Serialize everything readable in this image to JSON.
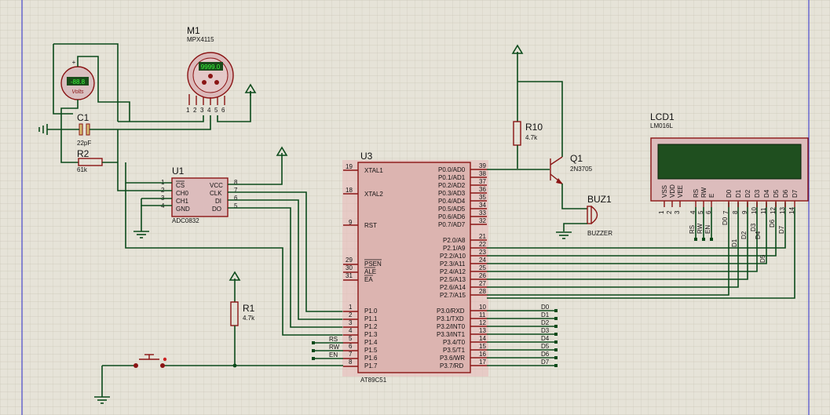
{
  "components": {
    "m1": {
      "ref": "M1",
      "part": "MPX4115",
      "display": "9999.0",
      "pins": [
        "1",
        "2",
        "3",
        "4",
        "5",
        "6"
      ]
    },
    "voltmeter": {
      "display": "-88.8",
      "unit": "Volts"
    },
    "c1": {
      "ref": "C1",
      "value": "22pF"
    },
    "r2": {
      "ref": "R2",
      "value": "61k"
    },
    "u1": {
      "ref": "U1",
      "part": "ADC0832",
      "pins_left": [
        {
          "num": "1",
          "name": "CS"
        },
        {
          "num": "2",
          "name": "CH0"
        },
        {
          "num": "3",
          "name": "CH1"
        },
        {
          "num": "4",
          "name": "GND"
        }
      ],
      "pins_right": [
        {
          "num": "8",
          "name": "VCC"
        },
        {
          "num": "7",
          "name": "CLK"
        },
        {
          "num": "6",
          "name": "DI"
        },
        {
          "num": "5",
          "name": "DO"
        }
      ]
    },
    "u3": {
      "ref": "U3",
      "part": "AT89C51",
      "pins_left": [
        {
          "num": "19",
          "name": "XTAL1"
        },
        {
          "num": "18",
          "name": "XTAL2"
        },
        {
          "num": "9",
          "name": "RST"
        },
        {
          "num": "29",
          "name": "PSEN"
        },
        {
          "num": "30",
          "name": "ALE"
        },
        {
          "num": "31",
          "name": "EA"
        },
        {
          "num": "1",
          "name": "P1.0"
        },
        {
          "num": "2",
          "name": "P1.1"
        },
        {
          "num": "3",
          "name": "P1.2"
        },
        {
          "num": "4",
          "name": "P1.3"
        },
        {
          "num": "5",
          "name": "P1.4"
        },
        {
          "num": "6",
          "name": "P1.5"
        },
        {
          "num": "7",
          "name": "P1.6"
        },
        {
          "num": "8",
          "name": "P1.7"
        }
      ],
      "pins_right_p0": [
        {
          "num": "39",
          "name": "P0.0/AD0"
        },
        {
          "num": "38",
          "name": "P0.1/AD1"
        },
        {
          "num": "37",
          "name": "P0.2/AD2"
        },
        {
          "num": "36",
          "name": "P0.3/AD3"
        },
        {
          "num": "35",
          "name": "P0.4/AD4"
        },
        {
          "num": "34",
          "name": "P0.5/AD5"
        },
        {
          "num": "33",
          "name": "P0.6/AD6"
        },
        {
          "num": "32",
          "name": "P0.7/AD7"
        }
      ],
      "pins_right_p2": [
        {
          "num": "21",
          "name": "P2.0/A8"
        },
        {
          "num": "22",
          "name": "P2.1/A9"
        },
        {
          "num": "23",
          "name": "P2.2/A10"
        },
        {
          "num": "24",
          "name": "P2.3/A11"
        },
        {
          "num": "25",
          "name": "P2.4/A12"
        },
        {
          "num": "26",
          "name": "P2.5/A13"
        },
        {
          "num": "27",
          "name": "P2.6/A14"
        },
        {
          "num": "28",
          "name": "P2.7/A15"
        }
      ],
      "pins_right_p3": [
        {
          "num": "10",
          "name": "P3.0/RXD"
        },
        {
          "num": "11",
          "name": "P3.1/TXD"
        },
        {
          "num": "12",
          "name": "P3.2/INT0"
        },
        {
          "num": "13",
          "name": "P3.3/INT1"
        },
        {
          "num": "14",
          "name": "P3.4/T0"
        },
        {
          "num": "15",
          "name": "P3.5/T1"
        },
        {
          "num": "16",
          "name": "P3.6/WR"
        },
        {
          "num": "17",
          "name": "P3.7/RD"
        }
      ],
      "left_labels": [
        "RS",
        "RW",
        "EN"
      ],
      "right_labels": [
        "D0",
        "D1",
        "D2",
        "D3",
        "D4",
        "D5",
        "D6",
        "D7"
      ]
    },
    "r10": {
      "ref": "R10",
      "value": "4.7k"
    },
    "q1": {
      "ref": "Q1",
      "part": "2N3705"
    },
    "buz1": {
      "ref": "BUZ1",
      "part": "BUZZER"
    },
    "r1": {
      "ref": "R1",
      "value": "4.7k"
    },
    "lcd1": {
      "ref": "LCD1",
      "part": "LM016L",
      "pin_names": [
        "VSS",
        "VDD",
        "VEE",
        "RS",
        "RW",
        "E",
        "D0",
        "D1",
        "D2",
        "D3",
        "D4",
        "D5",
        "D6",
        "D7"
      ],
      "pin_nums": [
        "1",
        "2",
        "3",
        "4",
        "5",
        "6",
        "7",
        "8",
        "9",
        "10",
        "11",
        "12",
        "13",
        "14"
      ],
      "net_labels_top": [
        "RS",
        "RW",
        "EN"
      ],
      "net_labels_d": [
        "D0",
        "D1",
        "D2",
        "D3",
        "D4",
        "D5",
        "D6",
        "D7"
      ]
    }
  }
}
